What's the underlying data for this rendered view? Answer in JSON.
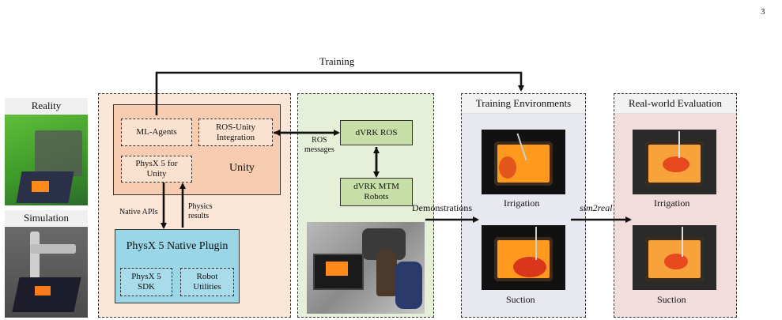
{
  "page_number": "3",
  "training_label": "Training",
  "reality_label": "Reality",
  "simulation_label": "Simulation",
  "unity": {
    "ml_agents": "ML-Agents",
    "ros_unity": "ROS-Unity\nIntegration",
    "physx_unity": "PhysX 5 for\nUnity",
    "title": "Unity"
  },
  "plugin": {
    "title": "PhysX 5 Native Plugin",
    "sdk": "PhysX 5\nSDK",
    "utilities": "Robot\nUtilities"
  },
  "native_apis": "Native APIs",
  "physics_results": "Physics\nresults",
  "ros_messages": "ROS\nmessages",
  "dvrk": {
    "ros": "dVRK ROS",
    "mtm": "dVRK MTM\nRobots"
  },
  "demonstrations": "Demonstrations",
  "training_env": {
    "title": "Training Environments",
    "irrigation": "Irrigation",
    "suction": "Suction"
  },
  "sim2real": "sim2real",
  "real_eval": {
    "title": "Real-world Evaluation",
    "irrigation": "Irrigation",
    "suction": "Suction"
  },
  "colors": {
    "unity_panel": "#fbe6d8",
    "unity_box": "#f8ccb0",
    "plugin_box": "#9ad6e6",
    "dvrk_panel": "#e6efd8",
    "dvrk_box": "#c7dfa7",
    "train_panel": "#e8e8f1",
    "real_panel": "#f3dcdc"
  }
}
